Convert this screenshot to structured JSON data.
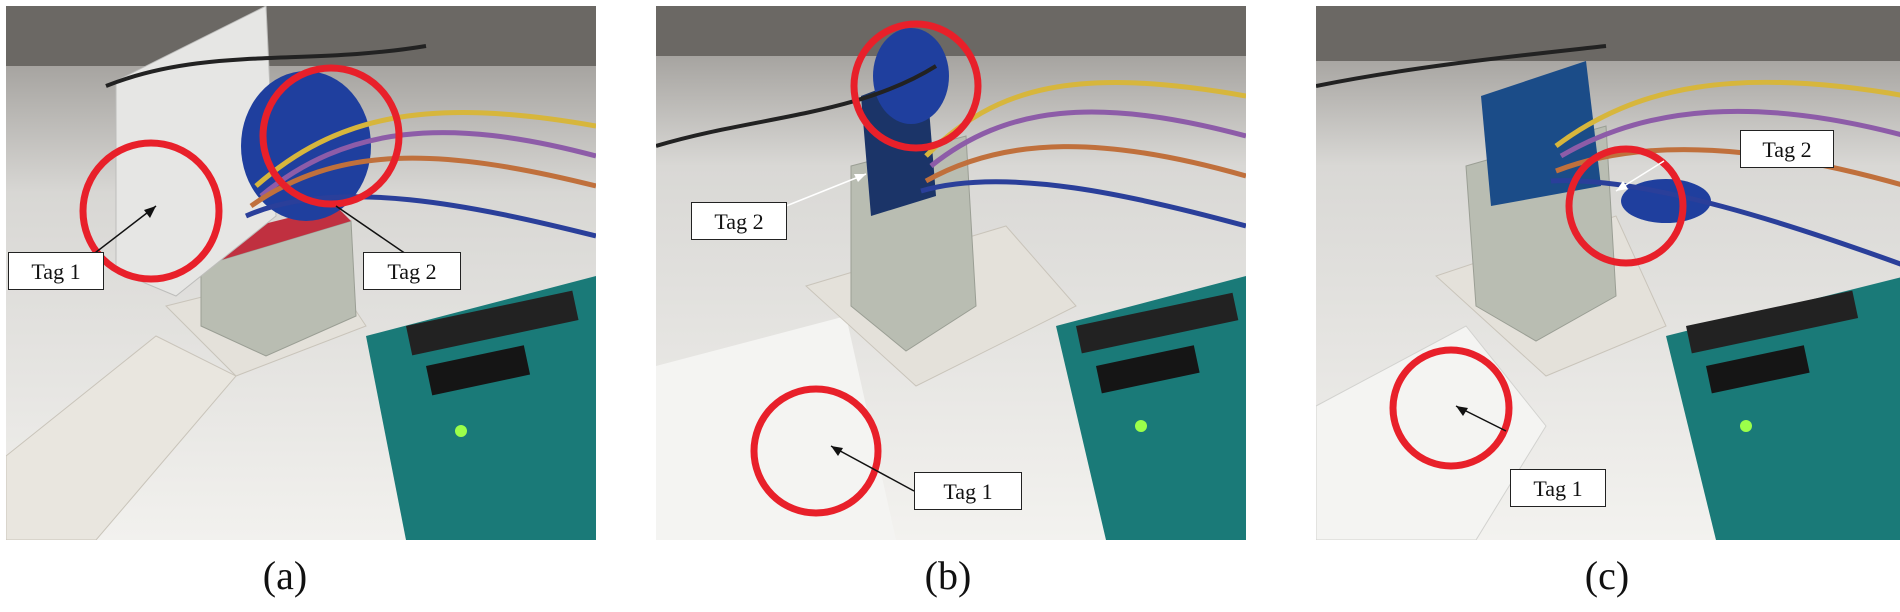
{
  "panels": [
    {
      "caption": "(a)",
      "tag1_label": "Tag 1",
      "tag2_label": "Tag 2"
    },
    {
      "caption": "(b)",
      "tag1_label": "Tag 1",
      "tag2_label": "Tag 2"
    },
    {
      "caption": "(c)",
      "tag1_label": "Tag 1",
      "tag2_label": "Tag 2"
    }
  ],
  "colors": {
    "circle": "#e8202a",
    "rfid_tag": "#1f3f9e",
    "arduino_board": "#1a7a78",
    "breadboard": "#e9e6df"
  }
}
